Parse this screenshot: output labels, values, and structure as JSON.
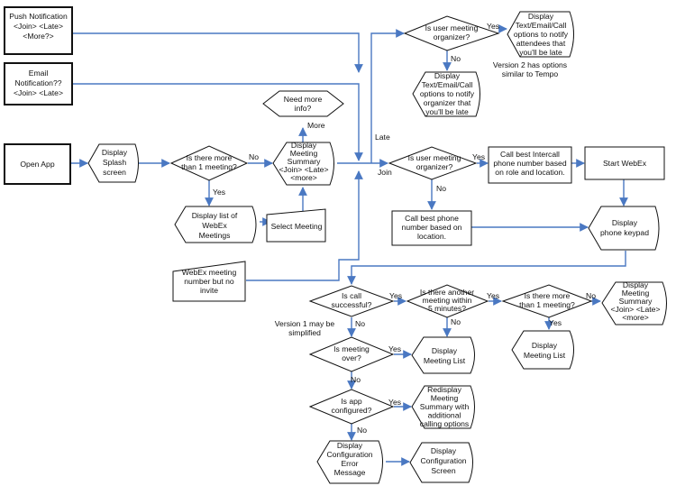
{
  "palette": {
    "edge": "#4a78c2",
    "stroke": "#111111",
    "fill": "#ffffff"
  },
  "nodes": {
    "push_notification": [
      "Push Notification",
      "<Join> <Late>",
      "<More?>"
    ],
    "email_notification": [
      "Email",
      "Notification??",
      "<Join> <Late>"
    ],
    "open_app": [
      "Open App"
    ],
    "splash": [
      "Display",
      "Splash",
      "screen"
    ],
    "more_than_one_meeting": [
      "Is there more",
      "than 1 meeting?"
    ],
    "list_meetings": [
      "Display list of",
      "WebEx",
      "Meetings"
    ],
    "webex_number": [
      "WebEx meeting",
      "number but no",
      "invite"
    ],
    "select_meeting": [
      "Select Meeting"
    ],
    "meeting_summary": [
      "Display",
      "Meeting",
      "Summary",
      "<Join> <Late>",
      "<more>"
    ],
    "need_more_info": [
      "Need more",
      "info?"
    ],
    "organizer_late": [
      "Is user meeting",
      "organizer?"
    ],
    "notify_attendees": [
      "Display",
      "Text/Email/Call",
      "options to notify",
      "attendees that",
      "you'll be late"
    ],
    "notify_organizer": [
      "Display",
      "Text/Email/Call",
      "options to notify",
      "organizer that",
      "you'll be late"
    ],
    "organizer_join": [
      "Is user meeting",
      "organizer?"
    ],
    "call_intercall": [
      "Call best Intercall",
      "phone number based",
      "on role and location."
    ],
    "start_webex": [
      "Start WebEx"
    ],
    "call_best_phone": [
      "Call best phone",
      "number based on",
      "location."
    ],
    "phone_keypad": [
      "Display",
      "phone keypad"
    ],
    "call_successful": [
      "Is call",
      "successful?"
    ],
    "another_meeting": [
      "Is there another",
      "meeting within",
      "5 minutes?"
    ],
    "more_than_one_meeting_2": [
      "Is there more",
      "than 1 meeting?"
    ],
    "meeting_summary_2": [
      "Display",
      "Meeting",
      "Summary",
      "<Join> <Late>",
      "<more>"
    ],
    "meeting_list_a": [
      "Display",
      "Meeting List"
    ],
    "meeting_list_b": [
      "Display",
      "Meeting List"
    ],
    "meeting_over": [
      "Is meeting",
      "over?"
    ],
    "app_configured": [
      "Is app",
      "configured?"
    ],
    "redisplay_summary": [
      "Redisplay",
      "Meeting",
      "Summary with",
      "additional",
      "calling options"
    ],
    "config_error": [
      "Display",
      "Configuration",
      "Error",
      "Message"
    ],
    "config_screen": [
      "Display",
      "Configuration",
      "Screen"
    ]
  },
  "edge_labels": {
    "no": "No",
    "yes": "Yes",
    "more": "More",
    "late": "Late",
    "join": "Join"
  },
  "notes": {
    "version2": [
      "Version 2 has options",
      "similar to Tempo"
    ],
    "version1": [
      "Version 1 may be",
      "simplified"
    ]
  }
}
